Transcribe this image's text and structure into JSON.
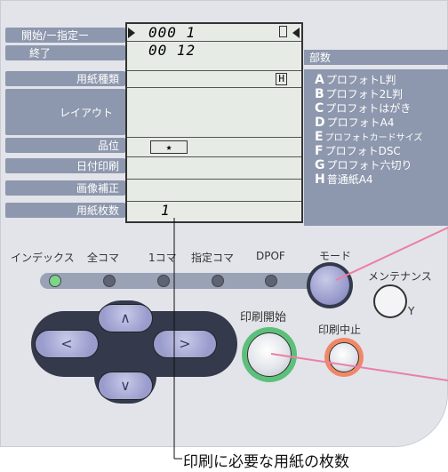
{
  "panel": {
    "labels": {
      "range_start": "開始/ー指定ー",
      "range_end": "終了",
      "paper_type": "用紙種類",
      "layout": "レイアウト",
      "quality": "品位",
      "date_print": "日付印刷",
      "image_correction": "画像補正",
      "paper_count": "用紙枚数"
    },
    "lcd": {
      "start_value": "000 1",
      "end_value": "00 12",
      "paper_type_icon": "H",
      "quality_icon": "★",
      "paper_count_value": "1"
    },
    "copies_label": "部数",
    "paper_list": [
      {
        "letter": "A",
        "text": "プロフォトL判"
      },
      {
        "letter": "B",
        "text": "プロフォト2L判"
      },
      {
        "letter": "C",
        "text": "プロフォトはがき"
      },
      {
        "letter": "D",
        "text": "プロフォトA4"
      },
      {
        "letter": "E",
        "text": "プロフォトカードサイズ"
      },
      {
        "letter": "F",
        "text": "プロフォトDSC"
      },
      {
        "letter": "G",
        "text": "プロフォト六切り"
      },
      {
        "letter": "H",
        "text": "普通紙A4"
      }
    ],
    "leds": {
      "index": "インデックス",
      "all_frames": "全コマ",
      "one_frame": "1コマ",
      "selected_frames": "指定コマ",
      "dpof": "DPOF"
    },
    "buttons": {
      "mode": "モード",
      "maintenance": "メンテナンス",
      "print_start": "印刷開始",
      "print_stop": "印刷中止",
      "up": "∧",
      "down": "∨",
      "left": "<",
      "right": ">"
    },
    "callout": "印刷に必要な用紙の枚数",
    "colors": {
      "panel_bg": "#e2e4ea",
      "label_bg": "#8d97ad",
      "lcd_bg": "#e6ebe6",
      "button_purple": "#9a9ccd",
      "led_green": "#7cd68a",
      "ring_green": "#5cc07a",
      "ring_orange": "#f08866",
      "pointer_pink": "#ec7fa5"
    }
  }
}
